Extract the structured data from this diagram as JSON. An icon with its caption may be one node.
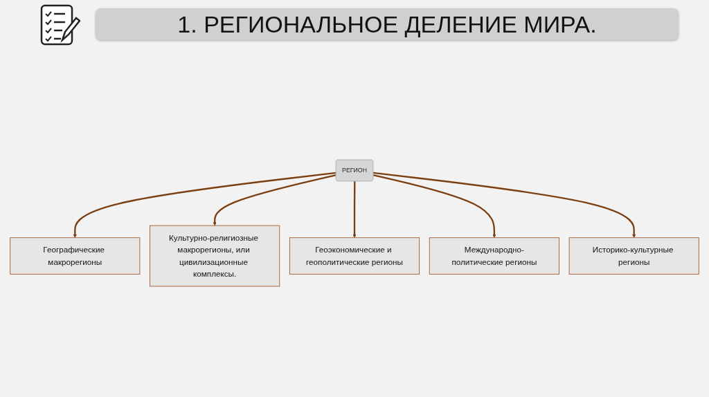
{
  "diagram": {
    "title": "1. РЕГИОНАЛЬНОЕ ДЕЛЕНИЕ МИРА.",
    "nodes": [
      {
        "text": [
          "РЕГИОН"
        ]
      },
      {
        "text": [
          "Географические макрорегионы"
        ]
      },
      {
        "text": [
          "Культурно-религиозные макрорегионы, или цивилизационные комплексы."
        ]
      },
      {
        "text": [
          "Геоэкономические и геополитические регионы"
        ]
      },
      {
        "text": [
          "Международно-политические регионы"
        ]
      },
      {
        "text": [
          "Историко-культурные регионы"
        ]
      }
    ],
    "edges": [
      {
        "from": 0,
        "to": 1,
        "arrow": "to"
      },
      {
        "from": 0,
        "to": 2,
        "arrow": "to"
      },
      {
        "from": 0,
        "to": 3,
        "arrow": "to"
      },
      {
        "from": 0,
        "to": 4,
        "arrow": "to"
      },
      {
        "from": 0,
        "to": 5,
        "arrow": "to"
      }
    ]
  }
}
